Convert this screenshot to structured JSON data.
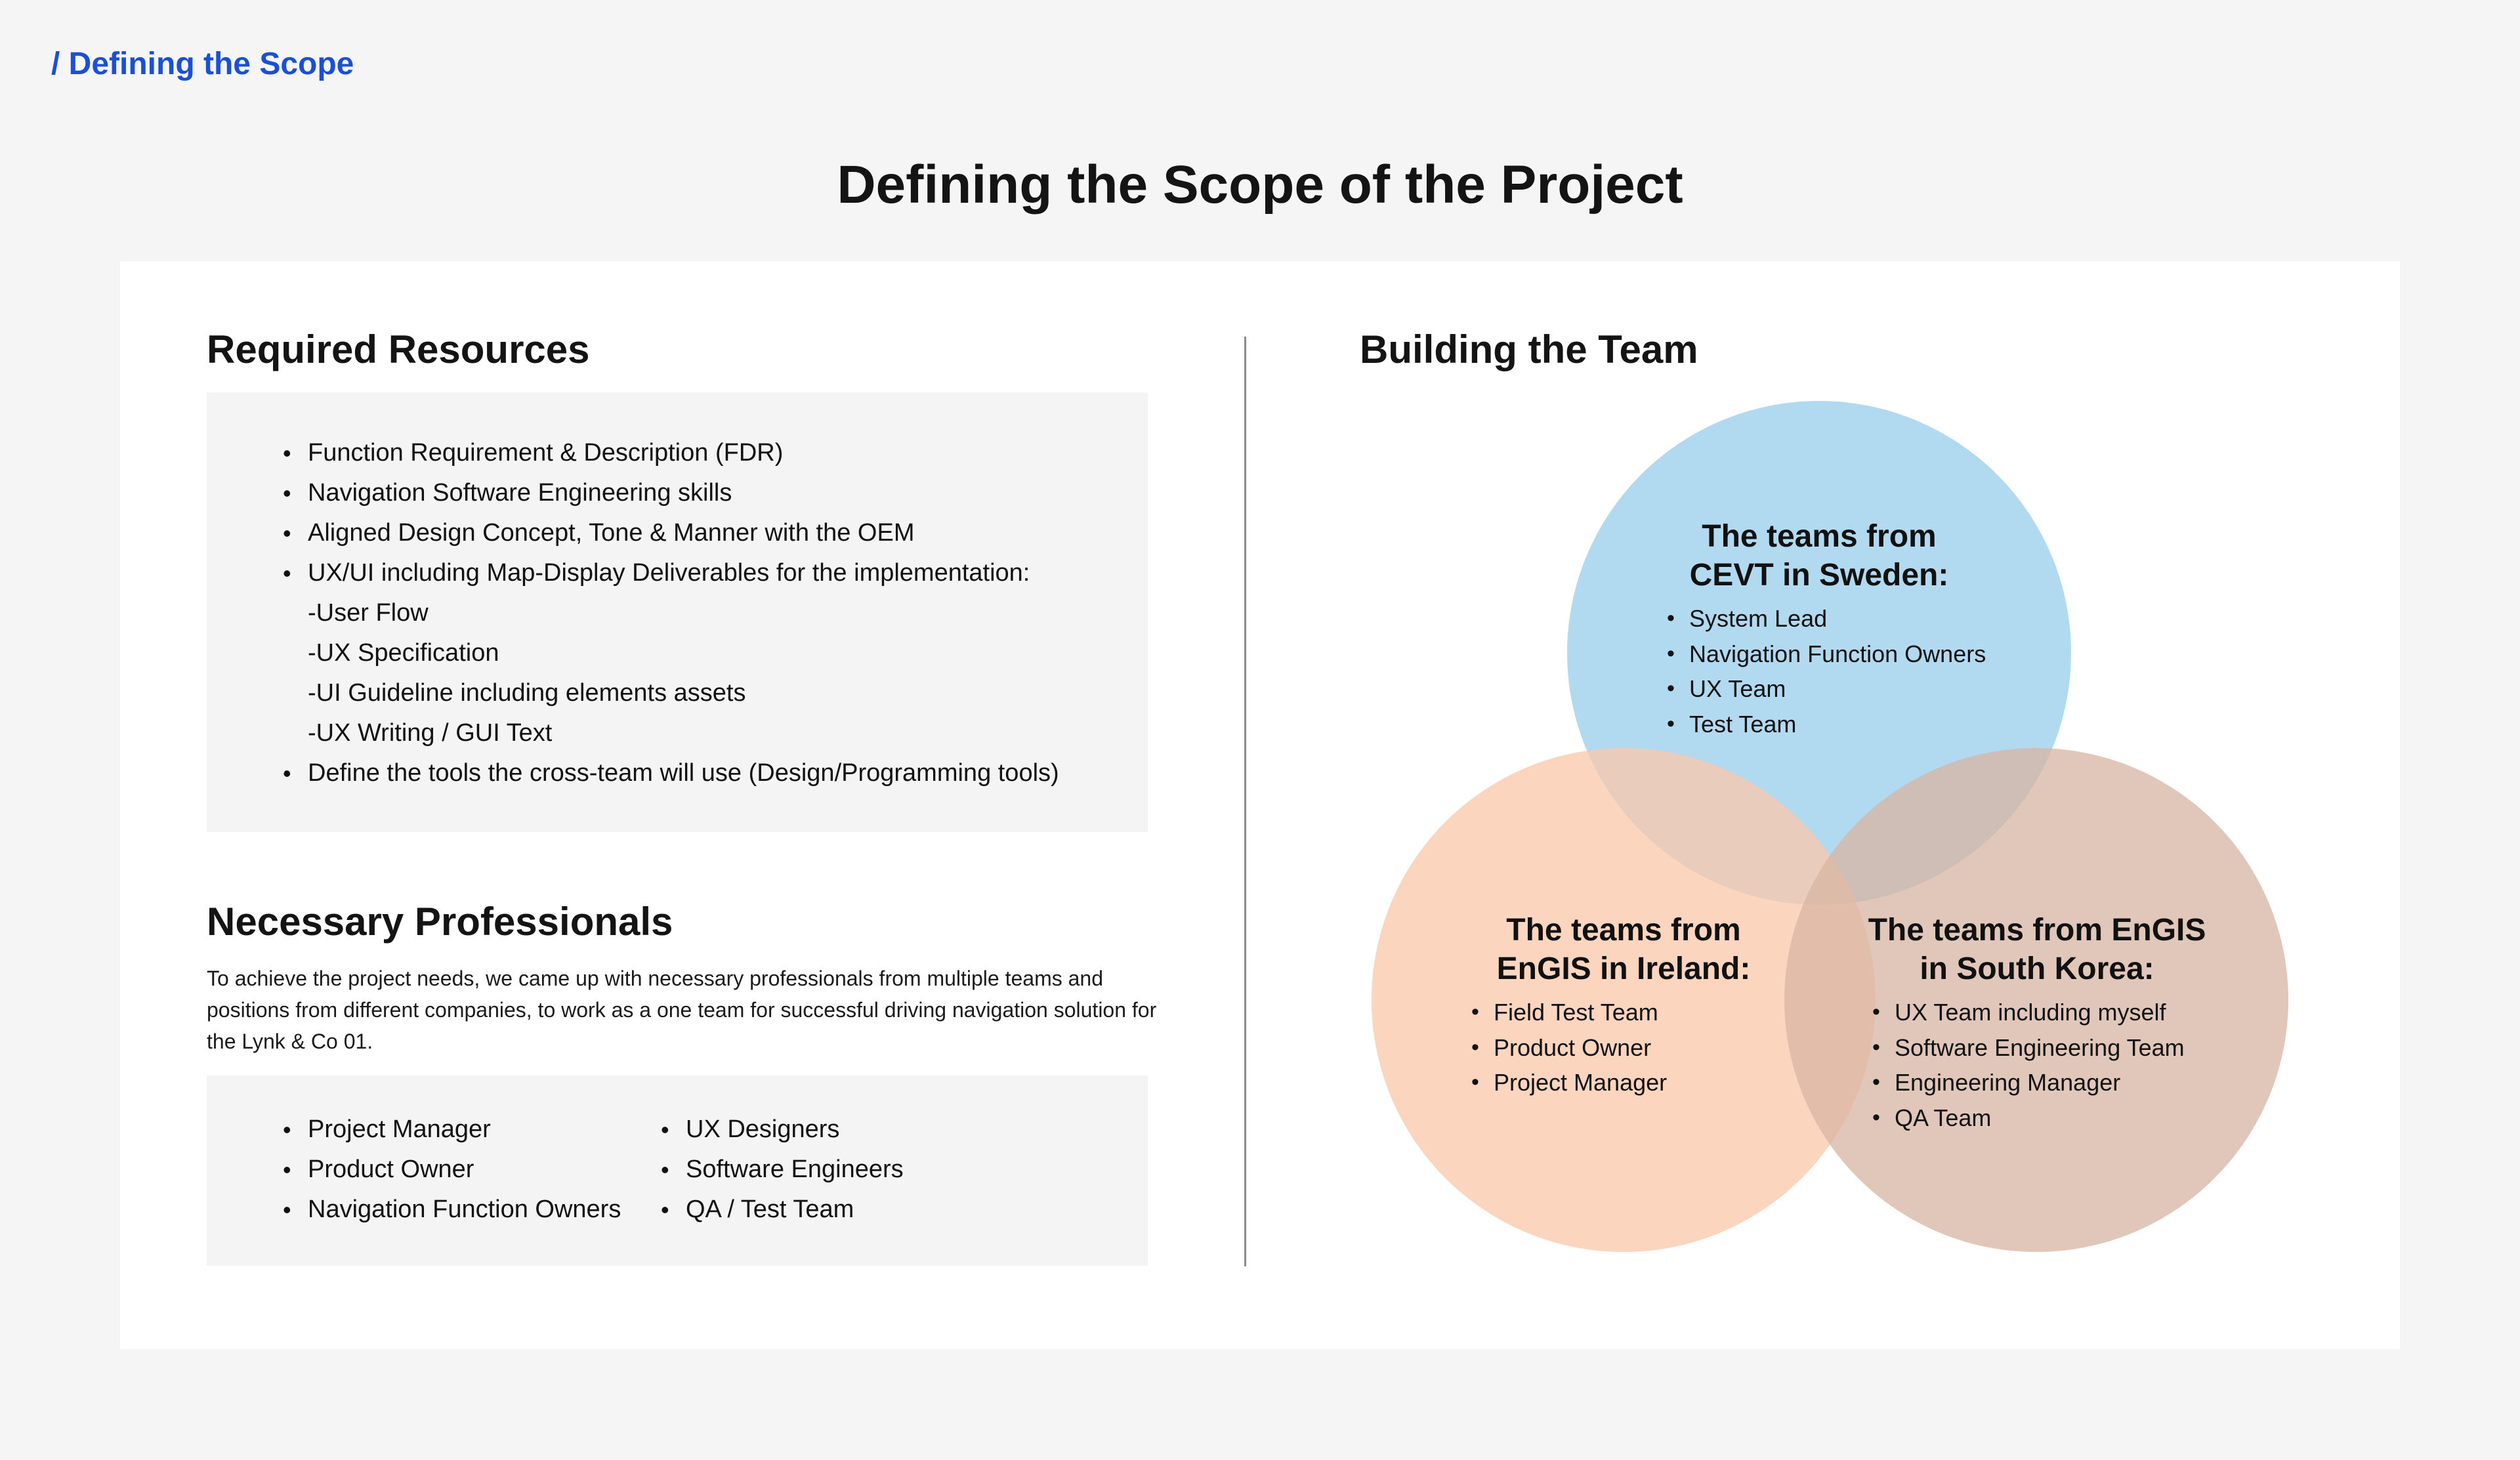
{
  "breadcrumb": "/ Defining the Scope",
  "page_title": "Defining the Scope of the Project",
  "required_resources": {
    "title": "Required Resources",
    "items": [
      {
        "text": "Function Requirement & Description (FDR)",
        "bullet": true
      },
      {
        "text": "Navigation Software Engineering skills",
        "bullet": true
      },
      {
        "text": "Aligned Design Concept, Tone & Manner with the OEM",
        "bullet": true
      },
      {
        "text": "UX/UI including Map-Display Deliverables for the implementation:",
        "bullet": true
      },
      {
        "text": "-User Flow",
        "bullet": false
      },
      {
        "text": "-UX Specification",
        "bullet": false
      },
      {
        "text": "-UI Guideline including elements assets",
        "bullet": false
      },
      {
        "text": "-UX Writing / GUI Text",
        "bullet": false
      },
      {
        "text": "Define the tools the cross-team will use (Design/Programming tools)",
        "bullet": true
      }
    ]
  },
  "necessary_professionals": {
    "title": "Necessary Professionals",
    "description": "To achieve the project needs, we came up with necessary professionals from multiple teams and positions from different companies, to work as a one team for successful driving navigation solution for the Lynk & Co 01.",
    "column_left": [
      "Project Manager",
      "Product Owner",
      "Navigation Function Owners"
    ],
    "column_right": [
      "UX Designers",
      "Software Engineers",
      "QA / Test Team"
    ]
  },
  "building_team": {
    "title": "Building the Team",
    "colors": {
      "sweden": "#99cdeb",
      "ireland": "#fbc8ab",
      "korea": "#d8b5a3"
    },
    "sweden": {
      "title_line1": "The teams from",
      "title_line2": "CEVT in Sweden:",
      "members": [
        "System Lead",
        "Navigation Function Owners",
        "UX Team",
        "Test Team"
      ]
    },
    "ireland": {
      "title_line1": "The teams from",
      "title_line2": "EnGIS in Ireland:",
      "members": [
        "Field Test Team",
        "Product Owner",
        "Project Manager"
      ]
    },
    "korea": {
      "title_line1": "The teams from EnGIS",
      "title_line2": "in South Korea:",
      "members": [
        "UX Team including myself",
        "Software Engineering Team",
        "Engineering Manager",
        "QA Team"
      ]
    }
  }
}
